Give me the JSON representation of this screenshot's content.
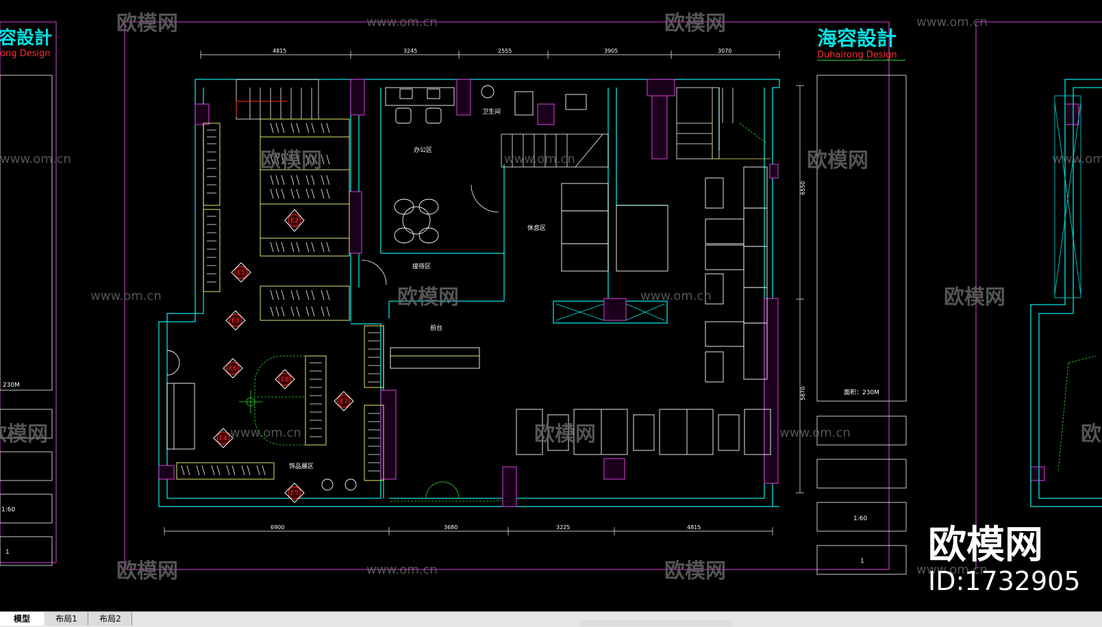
{
  "title_block_left": {
    "logo_cn": "容設計",
    "logo_en": "ong Design",
    "area": "230M",
    "scale": "1:60",
    "sheet_no": "1"
  },
  "title_block_right": {
    "logo_cn": "海容設計",
    "logo_en": "Duhairong Design",
    "area_label": "面积：230M",
    "scale_value": "1:60",
    "sheet_value": "1"
  },
  "rooms": {
    "office": "办公区",
    "restroom": "卫生间",
    "lounge": "休息区",
    "front_desk": "前台",
    "display": "饰品展区",
    "dining": "接待区"
  },
  "dimensions": {
    "top": [
      "4815",
      "3245",
      "2555",
      "3905",
      "3070"
    ],
    "bottom": [
      "6900",
      "3680",
      "3225",
      "4815"
    ],
    "right": [
      "6550",
      "5870"
    ]
  },
  "markers": [
    "E1",
    "E2",
    "E3",
    "E4",
    "E5",
    "E6",
    "E7",
    "E8"
  ],
  "watermarks": {
    "brand": "欧模网",
    "url": "www.om.cn",
    "big_brand": "欧模网",
    "id": "ID:1732905"
  },
  "layout_tabs": [
    "模型",
    "布局1",
    "布局2"
  ],
  "colors": {
    "magenta": "#e040e0",
    "cyan": "#00e5e5",
    "yellow": "#e8e870",
    "white": "#ffffff",
    "red": "#ff3030",
    "green": "#30e030",
    "background": "#000000"
  }
}
